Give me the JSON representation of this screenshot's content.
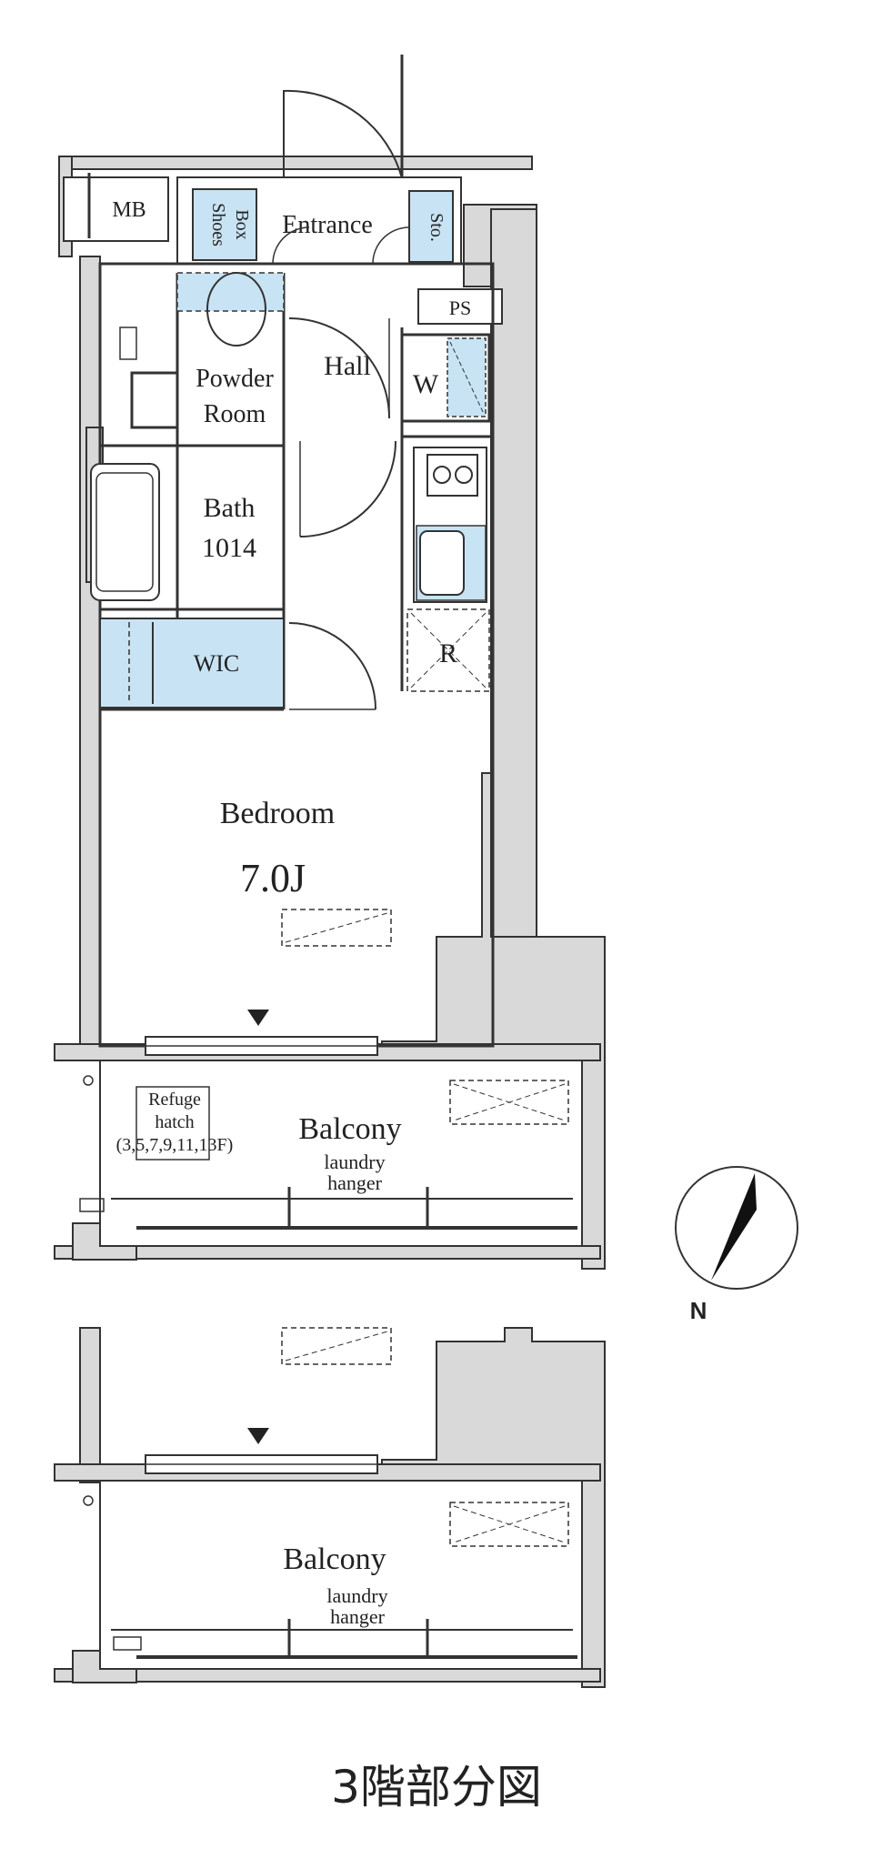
{
  "rooms": {
    "mb": "MB",
    "shoes_box": [
      "Shoes",
      "Box"
    ],
    "entrance": "Entrance",
    "storage": "Sto.",
    "ps": "PS",
    "hall": "Hall",
    "washer": "W",
    "powder_room": [
      "Powder",
      "Room"
    ],
    "bath": [
      "Bath",
      "1014"
    ],
    "refrigerator": "R",
    "wic": "WIC",
    "bedroom": "Bedroom",
    "bedroom_size": "7.0J",
    "refuge_hatch": [
      "Refuge",
      "hatch",
      "(3,5,7,9,11,13F)"
    ],
    "balcony_upper": "Balcony",
    "laundry_upper": [
      "laundry",
      "hanger"
    ],
    "balcony_lower": "Balcony",
    "laundry_lower": [
      "laundry",
      "hanger"
    ]
  },
  "compass": {
    "label": "N"
  },
  "caption": "3階部分図",
  "colors": {
    "wall": "#d9d9d9",
    "line": "#333333",
    "storage_fill": "#c8e3f3",
    "background": "#ffffff"
  }
}
